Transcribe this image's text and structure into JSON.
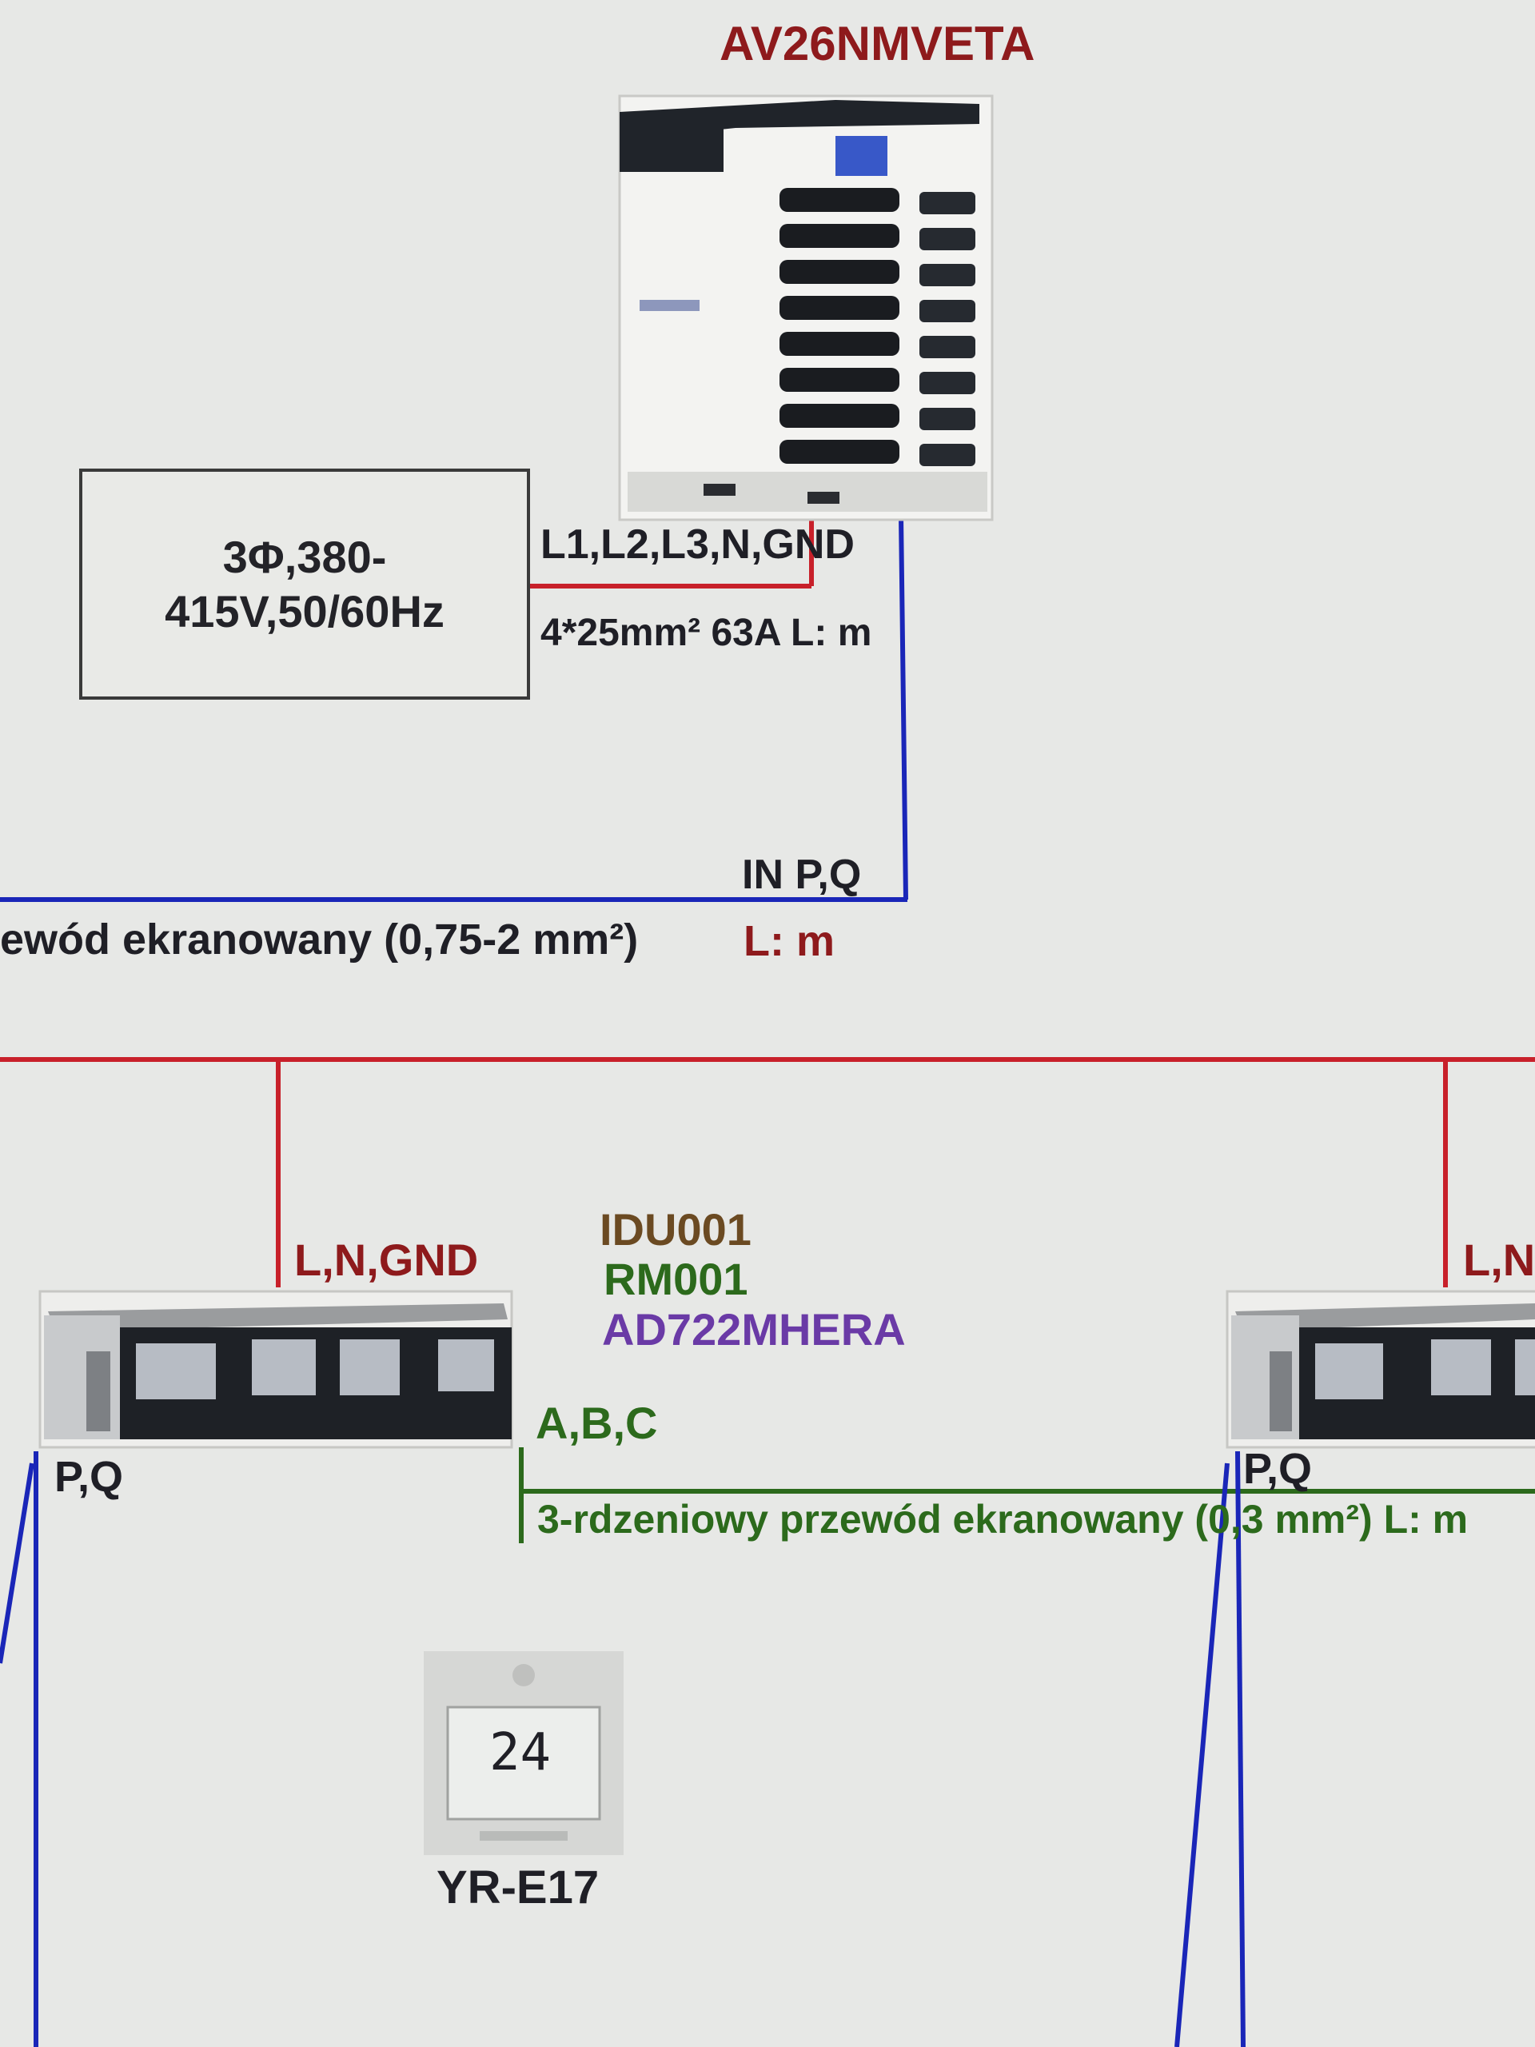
{
  "outdoor_unit": {
    "model": "AV26NMVETA",
    "icon": "outdoor-vrf-unit-icon"
  },
  "power_supply": {
    "line1": "3Φ,380-",
    "line2": "415V,50/60Hz"
  },
  "odu_power": {
    "terminals": "L1,L2,L3,N,GND",
    "cable": "4*25mm² 63A  L: m"
  },
  "bus": {
    "terminal": "IN P,Q",
    "cable": "ewód ekranowany (0,75-2 mm²)",
    "length": "L: m"
  },
  "indoor_unit": {
    "power_terminals": "L,N,GND",
    "id": "IDU001",
    "remote_id": "RM001",
    "model": "AD722MHERA",
    "abc_terminals": "A,B,C",
    "pq_terminals": "P,Q",
    "icon": "ducted-indoor-unit-icon"
  },
  "indoor_unit_2": {
    "power_terminals": "L,N",
    "pq_terminals": "P,Q",
    "icon": "ducted-indoor-unit-icon"
  },
  "controller_cable": {
    "text": "3-rdzeniowy przewód ekranowany (0,3 mm²) L: m"
  },
  "controller": {
    "model": "YR-E17",
    "display": "24",
    "icon": "wired-controller-icon"
  },
  "colors": {
    "power_line": "#c8202a",
    "communication_line": "#1a26b8",
    "controller_line": "#2c6a1c"
  }
}
